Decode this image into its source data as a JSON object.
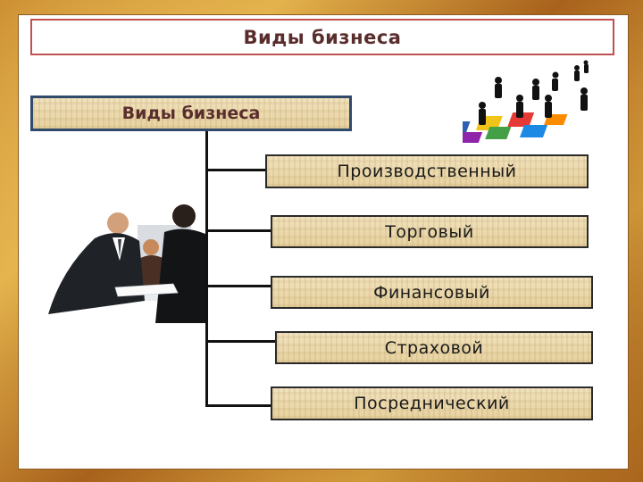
{
  "slide": {
    "title": "Виды бизнеса",
    "root_label": "Виды бизнеса",
    "items": [
      {
        "label": "Производственный"
      },
      {
        "label": "Торговый"
      },
      {
        "label": "Финансовый"
      },
      {
        "label": "Страховой"
      },
      {
        "label": "Посреднический"
      }
    ]
  },
  "images": {
    "business_people_photo": "office-meeting-photo",
    "puzzle_people_illustration": "people-on-puzzle-illustration"
  },
  "colors": {
    "title_border": "#c0504d",
    "title_text": "#5a2d2d",
    "root_border": "#2f4a6b",
    "frame": "#c98a2e"
  }
}
